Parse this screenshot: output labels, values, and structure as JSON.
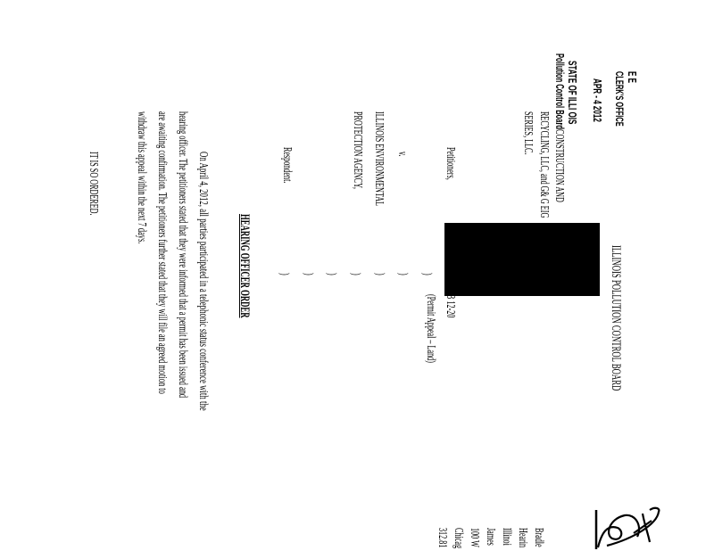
{
  "stamp": {
    "marks": "E E",
    "office": "CLERK'S OFFICE",
    "date": "APR - 4 2012",
    "state": "STATE OF ILLI OIS",
    "board": "Pollution Control Board"
  },
  "header": {
    "title": "ILLINOIS POLLUTION CONTROL BOARD"
  },
  "caption": {
    "petitioner_line1": "CONSTRUCTION AND",
    "petitioner_line2": "RECYCLING, LLC, and G& G EIG",
    "petitioner_line3": "SERIES, LLC.",
    "petitioners_label": "Petitioners,",
    "versus": "v.",
    "respondent_line1": "ILLINOIS ENVIRONMENTAL",
    "respondent_line2": "PROTECTION AGENCY,",
    "respondent_label": "Respondent.",
    "case_number": "B 12-20",
    "case_type": "(Permit Appeal – Land)",
    "paren": ")"
  },
  "order": {
    "heading": "HEARING OFFICER ORDER",
    "lines": [
      "On April 4, 2012, all parties participated in a telephonic status conference with the",
      "hearing officer.  The petitioners stated that they were informed that a permit has been issued and",
      "are awaiting confirmation.  The petitioners further stated that they will file an agreed motion to",
      "withdraw this appeal within the next 7 days."
    ],
    "closing": "IT IS SO ORDERED."
  },
  "signature_block": {
    "lines": [
      "Bradle",
      "Hearin",
      "Illinoi",
      "James",
      "100 W",
      "Chicag",
      "312.81"
    ]
  }
}
